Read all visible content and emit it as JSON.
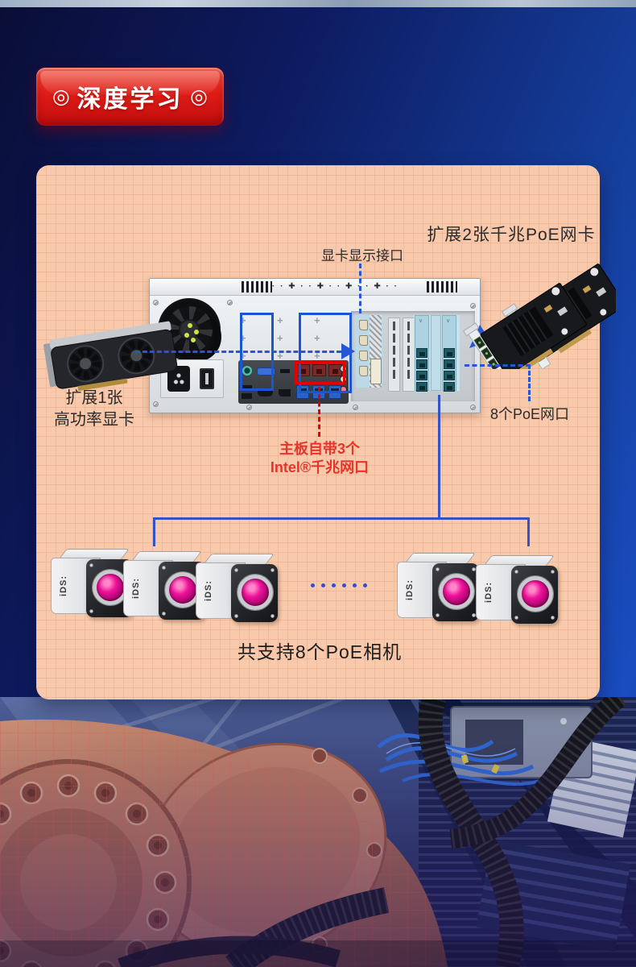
{
  "header": {
    "badge": {
      "icon_left": "◎",
      "label": "深度学习",
      "icon_right": "◎",
      "bg_color": "#d81a17",
      "text_color": "#ffffff"
    }
  },
  "panel": {
    "bg_color": "#f8c9ab",
    "labels": {
      "nic_expansion": "扩展2张千兆PoE网卡",
      "gpu_display_port": "显卡显示接口",
      "gpu_expansion_line1": "扩展1张",
      "gpu_expansion_line2": "高功率显卡",
      "onboard_lan_line1": "主板自带3个",
      "onboard_lan_line2": "Intel®千兆网口",
      "poe_ports": "8个PoE网口",
      "camera_support": "共支持8个PoE相机"
    },
    "camera_brand": "iDS:",
    "camera_count_left": 3,
    "camera_count_right": 2,
    "ellipsis_dot_count": 6,
    "colors": {
      "connector_blue": "#2456d6",
      "connector_solid_blue": "#3452c8",
      "connector_red": "#e60000",
      "red_text": "#e5352b",
      "highlight_box_blue": "#1a55d4",
      "camera_lens_magenta": "#f0119b",
      "onboard_lan_port": "#7c2a28"
    }
  }
}
